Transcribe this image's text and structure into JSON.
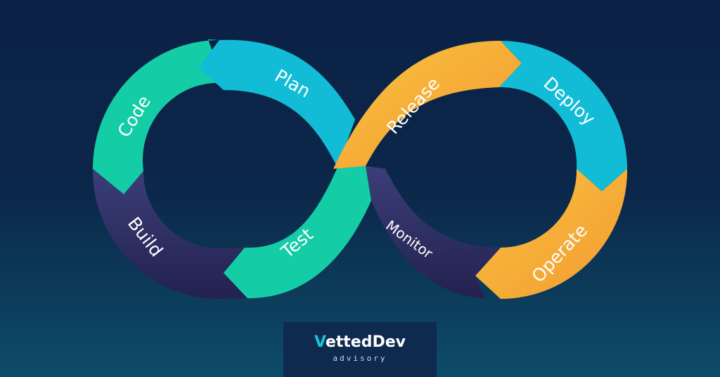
{
  "diagram": {
    "stages": {
      "plan": "Plan",
      "code": "Code",
      "build": "Build",
      "test": "Test",
      "release": "Release",
      "deploy": "Deploy",
      "operate": "Operate",
      "monitor": "Monitor"
    },
    "colors": {
      "background_top": "#0b2146",
      "background_bottom": "#0d4a66",
      "plan": "#12bcd6",
      "code": "#14cda6",
      "build": "#2e2f66",
      "test": "#14cda6",
      "release": "#f5b03a",
      "deploy": "#12bcd6",
      "operate": "#f6b238",
      "monitor": "#2e2f66"
    }
  },
  "logo": {
    "name_prefix": "V",
    "name_rest": "ettedDev",
    "tagline": "advisory"
  }
}
